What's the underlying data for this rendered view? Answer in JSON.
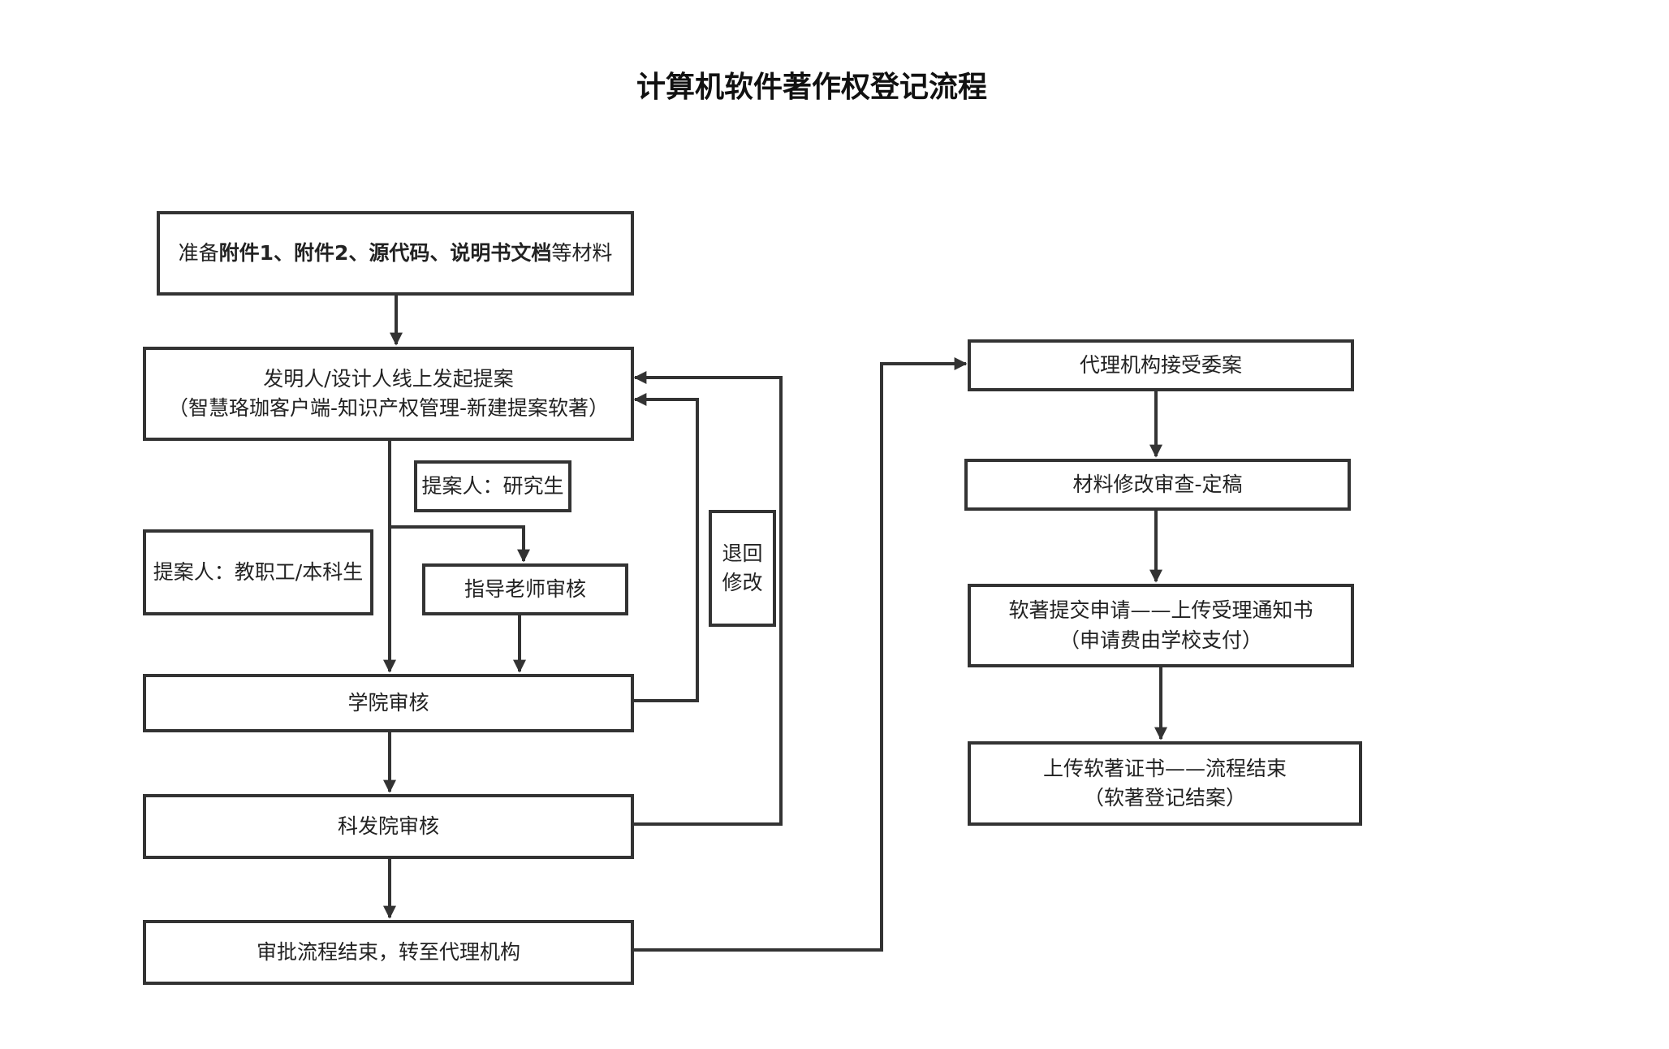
{
  "title": "计算机软件著作权登记流程",
  "left": {
    "prepare": {
      "prefix": "准备",
      "bold": "附件1、附件2、源代码、说明书文档",
      "suffix": "等材料"
    },
    "initiate": {
      "line1": "发明人/设计人线上发起提案",
      "line2": "（智慧珞珈客户端-知识产权管理-新建提案软著）"
    },
    "proposer_student": "提案人：研究生",
    "proposer_staff": "提案人：教职工/本科生",
    "advisor_review": "指导老师审核",
    "return_modify": {
      "line1": "退回",
      "line2": "修改"
    },
    "college_review": "学院审核",
    "research_review": "科发院审核",
    "approval_end": "审批流程结束，转至代理机构"
  },
  "right": {
    "agency_accept": "代理机构接受委案",
    "material_review": "材料修改审查-定稿",
    "submit": {
      "line1": "软著提交申请——上传受理通知书",
      "line2": "（申请费由学校支付）"
    },
    "upload_cert": {
      "line1": "上传软著证书——流程结束",
      "line2": "（软著登记结案）"
    }
  }
}
